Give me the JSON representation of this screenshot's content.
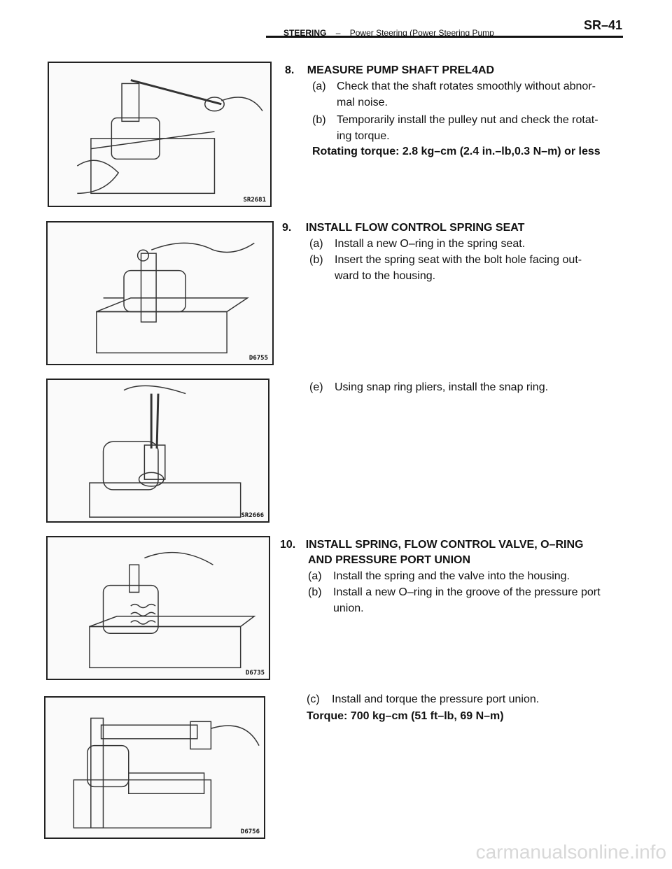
{
  "header": {
    "section": "STEERING",
    "separator": "–",
    "subtitle": "Power Steering (Power Steering Pump",
    "page": "SR–41"
  },
  "figures": [
    {
      "code": "SR2681"
    },
    {
      "code": "D6755"
    },
    {
      "code": "SR2666"
    },
    {
      "code": "D6735"
    },
    {
      "code": "D6756"
    }
  ],
  "step8": {
    "number": "8.",
    "title": "MEASURE PUMP SHAFT PREL4AD",
    "a_label": "(a)",
    "a_line1": "Check that the shaft rotates smoothly without abnor-",
    "a_line2": "mal noise.",
    "b_label": "(b)",
    "b_line1": "Temporarily install the pulley nut and check the rotat-",
    "b_line2": "ing torque.",
    "spec": "Rotating torque: 2.8 kg–cm (2.4 in.–lb,0.3 N–m) or less"
  },
  "step9": {
    "number": "9.",
    "title": "INSTALL FLOW CONTROL SPRING SEAT",
    "a_label": "(a)",
    "a_line1": "Install a new O–ring in the spring seat.",
    "b_label": "(b)",
    "b_line1": "Insert the spring seat with the bolt hole facing out-",
    "b_line2": "ward to the housing."
  },
  "step9e": {
    "label": "(e)",
    "text": "Using snap ring pliers, install the snap ring."
  },
  "step10": {
    "number": "10.",
    "title1": "INSTALL SPRING, FLOW CONTROL VALVE, O–RING",
    "title2": "AND PRESSURE PORT UNION",
    "a_label": "(a)",
    "a_line1": "Install the spring and the valve into the housing.",
    "b_label": "(b)",
    "b_line1": "Install a new O–ring in the groove of the pressure port",
    "b_line2": "union."
  },
  "step10c": {
    "label": "(c)",
    "text": "Install and torque the pressure port union.",
    "spec": "Torque: 700 kg–cm (51 ft–lb, 69 N–m)"
  },
  "footer": {
    "watermark": "carmanualsonline.info"
  }
}
